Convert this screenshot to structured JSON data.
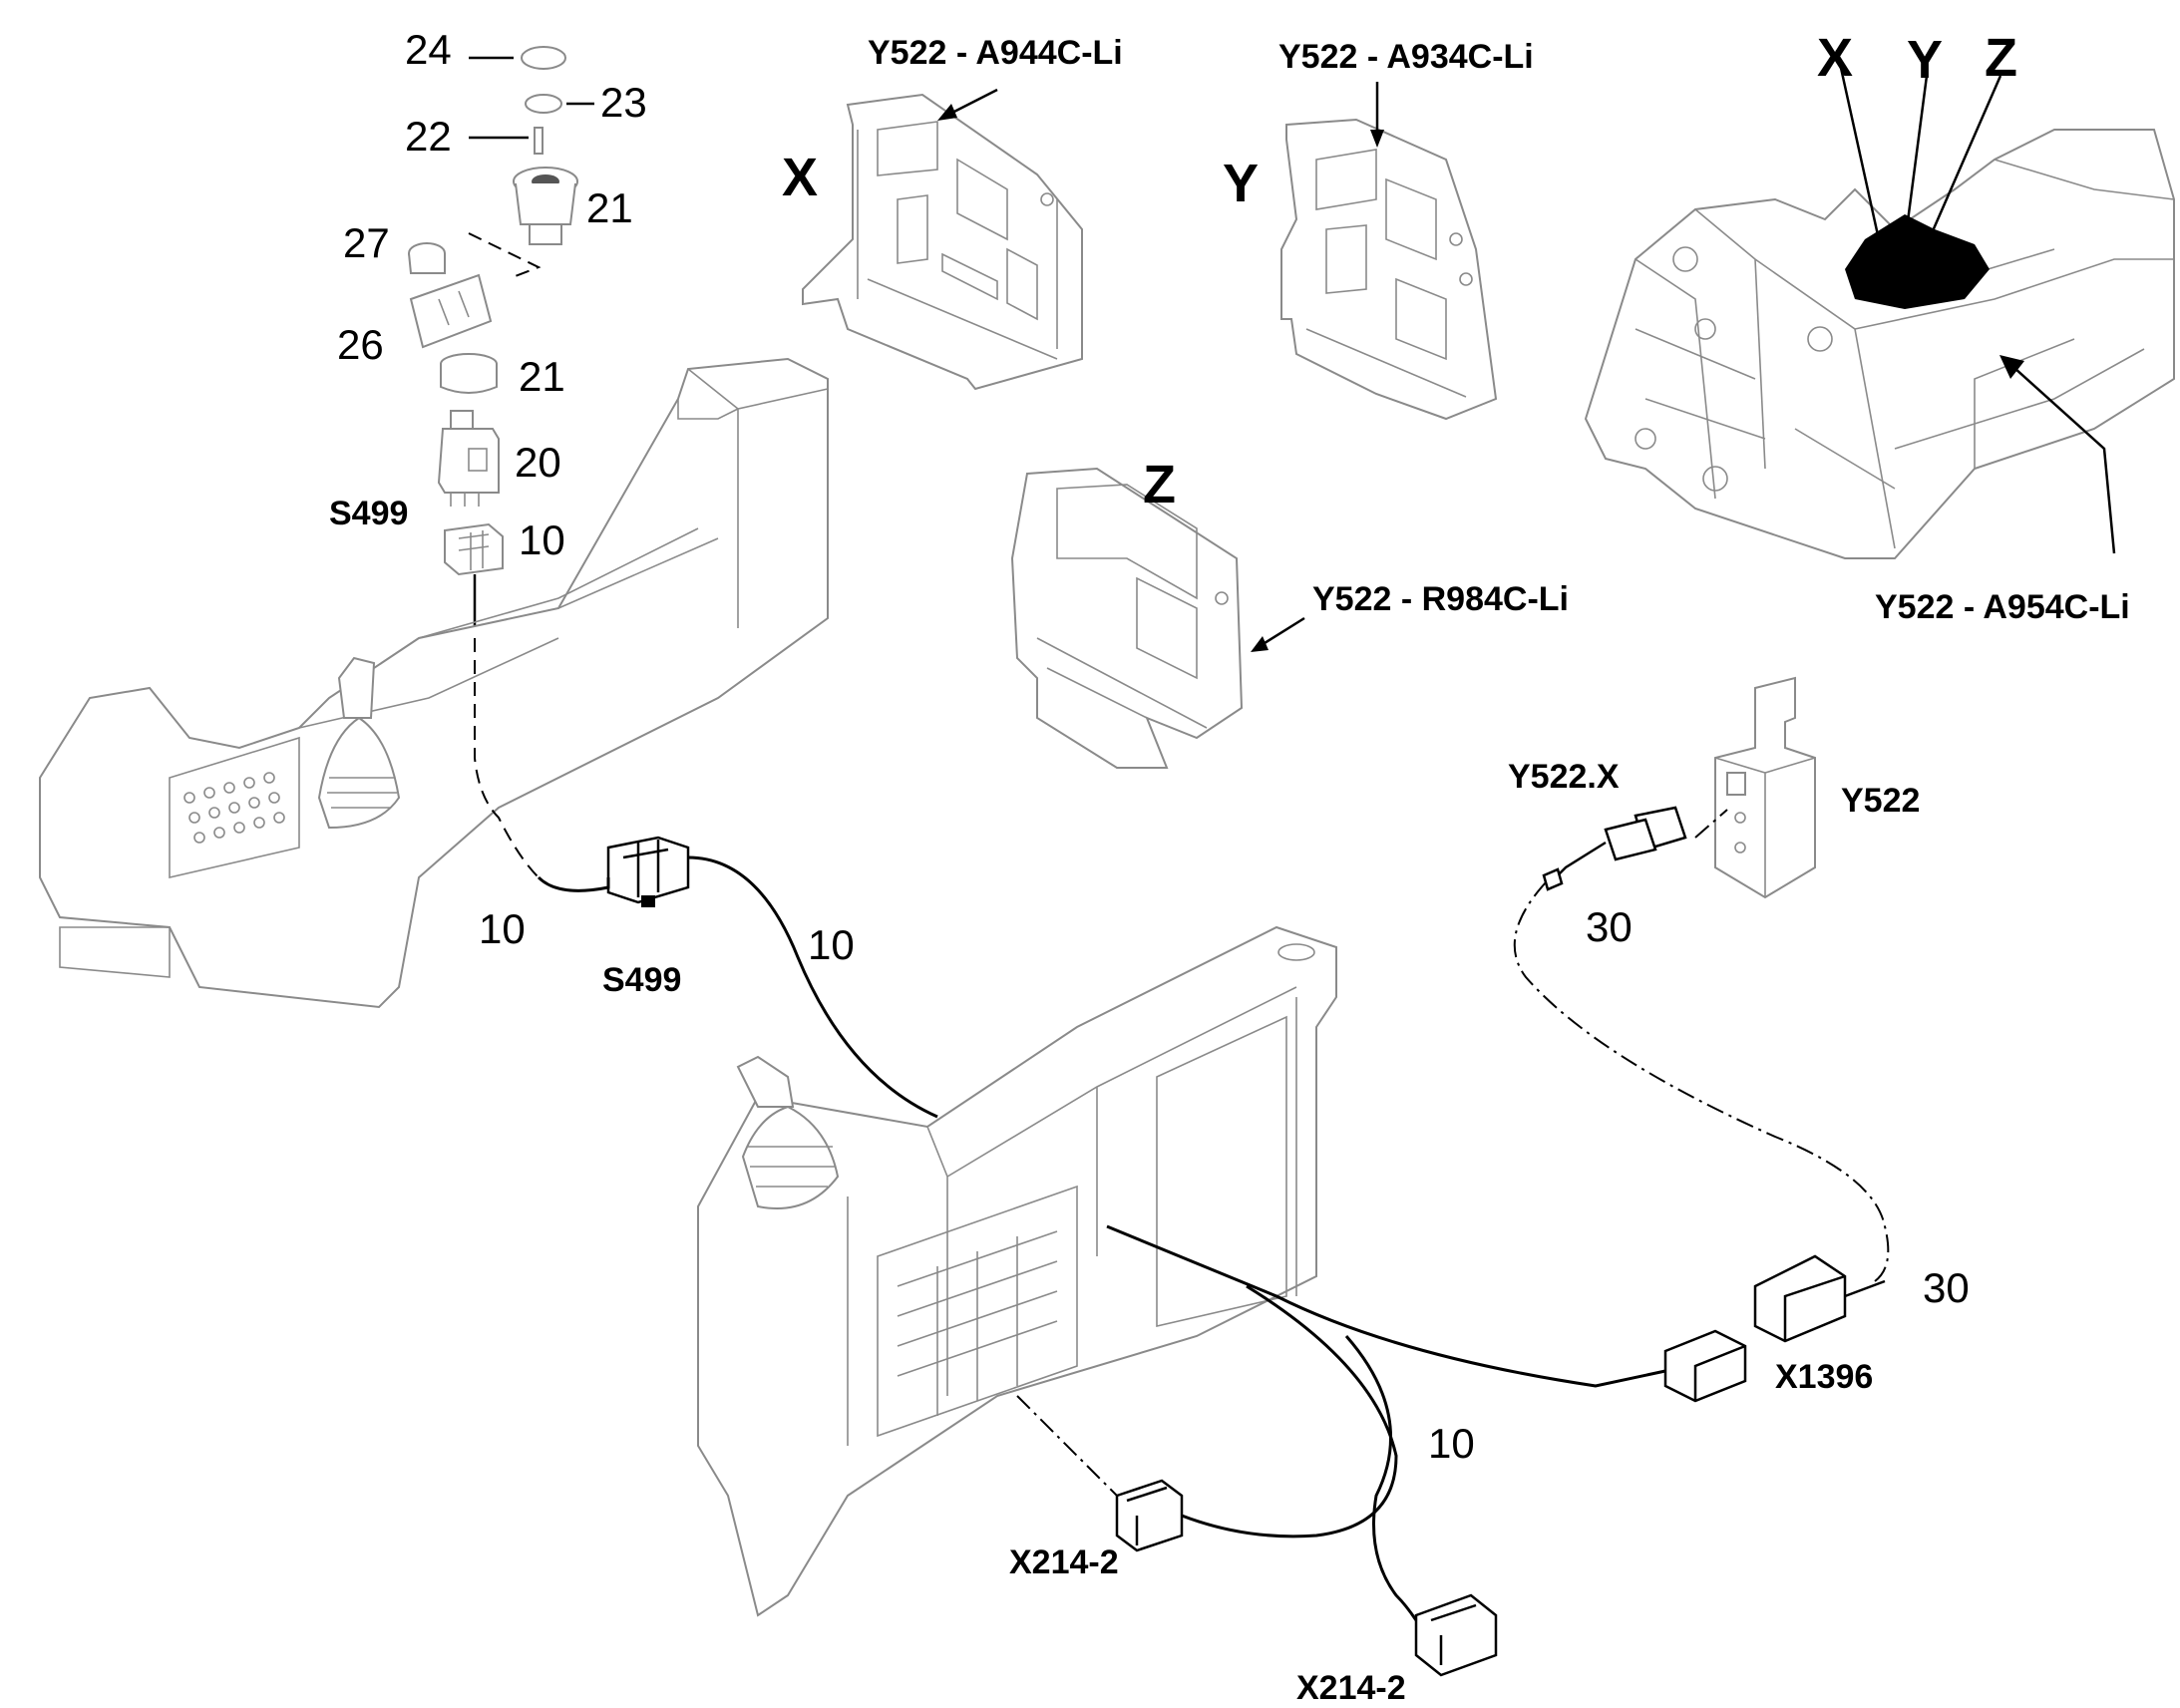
{
  "labels": {
    "p24": "24",
    "p23": "23",
    "p22": "22",
    "p21a": "21",
    "p27": "27",
    "p26": "26",
    "p21b": "21",
    "p20": "20",
    "s499_top": "S499",
    "p10_top": "10",
    "p10_console": "10",
    "s499_console": "S499",
    "p10_wire": "10",
    "p10_lower": "10",
    "p30_upper": "30",
    "p30_lower": "30",
    "y522x": "Y522.X",
    "y522": "Y522",
    "x1396": "X1396",
    "x214_2_a": "X214-2",
    "x214_2_b": "X214-2",
    "bracket_x_letter": "X",
    "bracket_y_letter": "Y",
    "bracket_z_letter": "Z",
    "bracket_x_ref": "Y522 -  A944C-Li",
    "bracket_y_ref": "Y522 - A934C-Li",
    "bracket_z_ref": "Y522 - R984C-Li",
    "frame_ref": "Y522 - A954C-Li",
    "frame_x": "X",
    "frame_y": "Y",
    "frame_z": "Z"
  }
}
